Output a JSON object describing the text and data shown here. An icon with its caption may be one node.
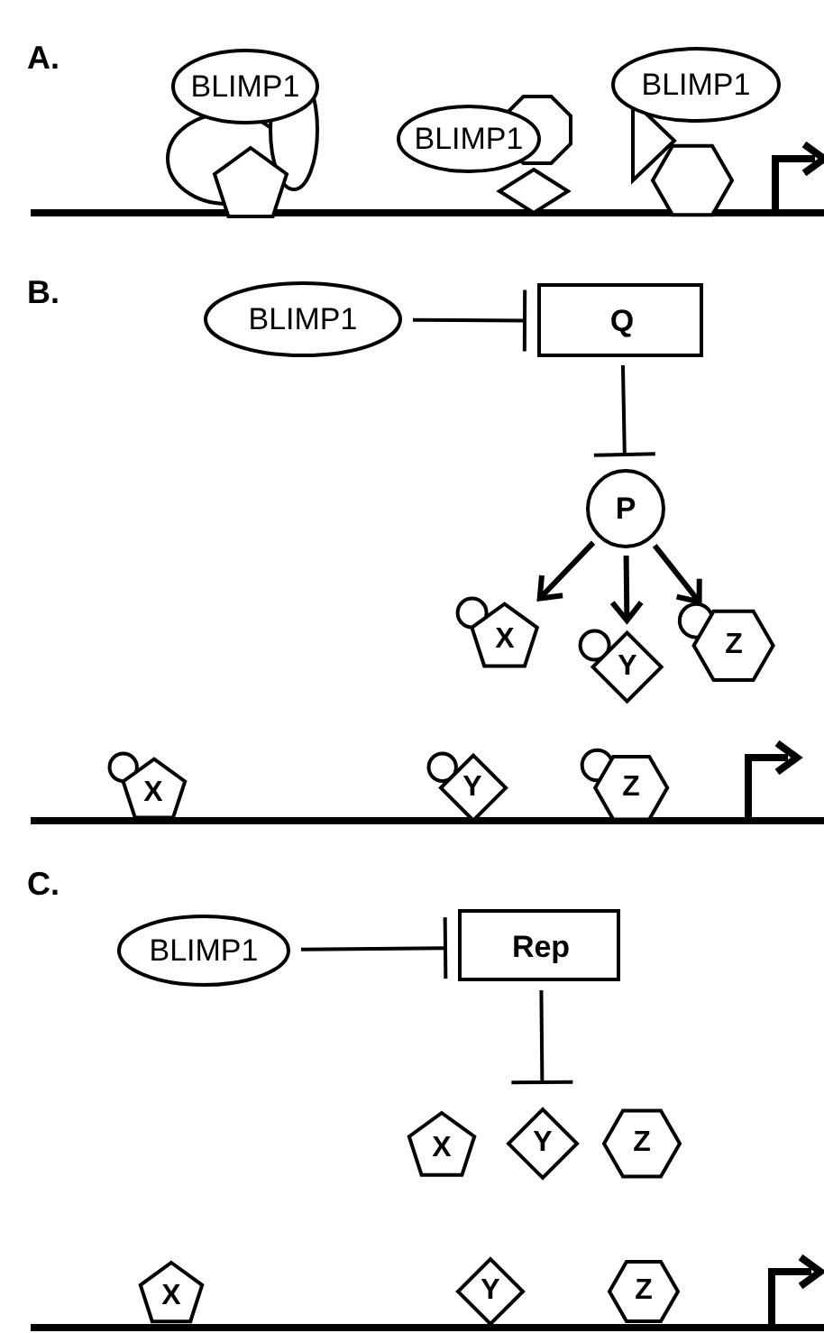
{
  "diagram": {
    "nodes": [
      {
        "text": [
          "BLIMP1"
        ]
      },
      {
        "text": [
          "BLIMP1"
        ]
      },
      {
        "text": [
          "BLIMP1"
        ]
      },
      {
        "text": [
          "BLIMP1"
        ]
      },
      {
        "text": [
          "Q"
        ]
      },
      {
        "text": [
          "P"
        ]
      },
      {
        "text": [
          "X"
        ]
      },
      {
        "text": [
          "Y"
        ]
      },
      {
        "text": [
          "Z"
        ]
      },
      {
        "text": [
          "X"
        ]
      },
      {
        "text": [
          "Y"
        ]
      },
      {
        "text": [
          "Z"
        ]
      },
      {
        "text": [
          "BLIMP1"
        ]
      },
      {
        "text": [
          "Rep"
        ]
      },
      {
        "text": [
          "X"
        ]
      },
      {
        "text": [
          "Y"
        ]
      },
      {
        "text": [
          "Z"
        ]
      },
      {
        "text": [
          "X"
        ]
      },
      {
        "text": [
          "Y"
        ]
      },
      {
        "text": [
          "Z"
        ]
      }
    ],
    "edges": [
      {
        "from": 3,
        "to": 4,
        "arrow": "other"
      },
      {
        "from": 4,
        "to": 5,
        "arrow": "other"
      },
      {
        "from": 5,
        "to": 6,
        "arrow": "to"
      },
      {
        "from": 5,
        "to": 7,
        "arrow": "to"
      },
      {
        "from": 5,
        "to": 8,
        "arrow": "to"
      },
      {
        "from": 12,
        "to": 13,
        "arrow": "other"
      },
      {
        "from": 13,
        "to": 15,
        "arrow": "other"
      }
    ],
    "labels": [
      "A.",
      "B.",
      "C."
    ]
  }
}
